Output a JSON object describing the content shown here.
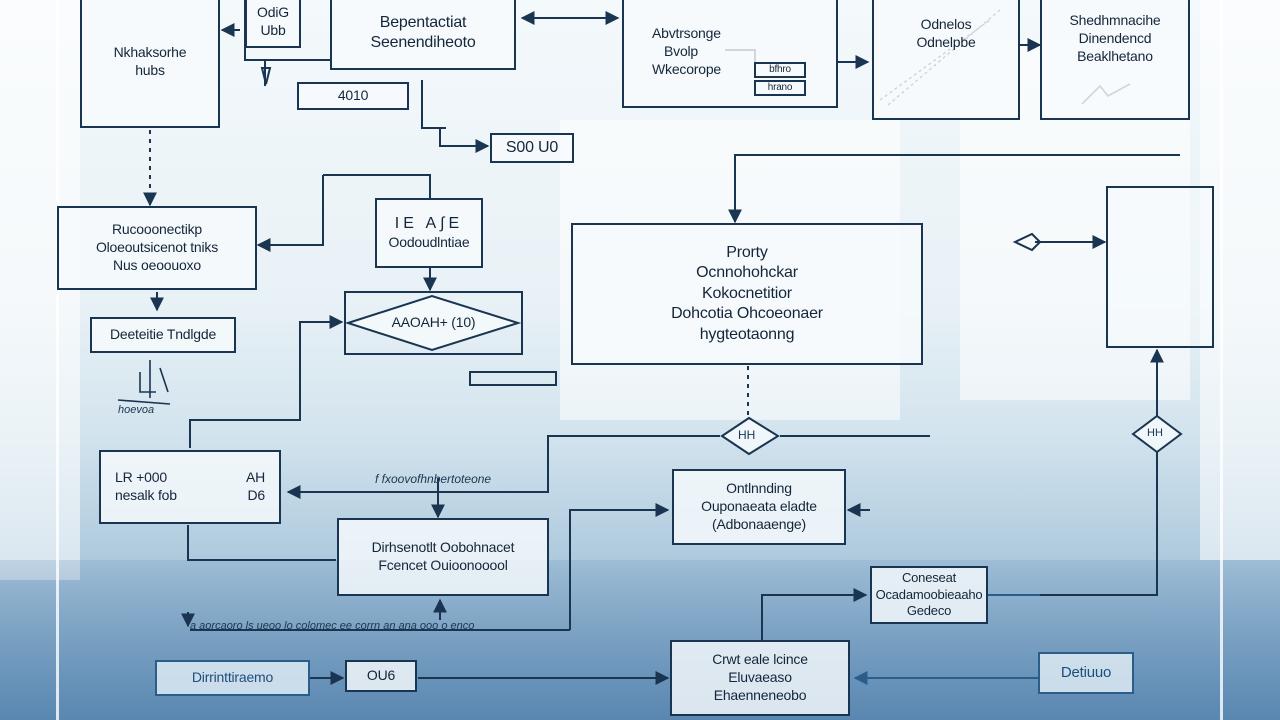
{
  "diagram": {
    "nodes": {
      "top_left_box": [
        "Nkhaksorhe",
        "hubs"
      ],
      "top_small_box": [
        "OdiG",
        "Ubb"
      ],
      "label_4010": "4010",
      "top_center_box": [
        "Bepentactiat",
        "Seenendiheoto"
      ],
      "top_right_center_box": {
        "lines": [
          "Abvtrsonge",
          "Bvolp",
          "Wkecorope"
        ],
        "mini1": "bfhro",
        "mini2": "hrano"
      },
      "top_right_box1": [
        "Odnelos",
        "Odnelpbe"
      ],
      "top_right_box2": [
        "Shedhmnacihe",
        "Dinendencd",
        "Beaklhetano"
      ],
      "label_s00": "S00 U0",
      "left_mid_box": [
        "Rucooonectikp",
        "Oloeoutsicenot tniks",
        "Nus oeoouoxo"
      ],
      "filter_box": [
        "IE A∫E",
        "Oodoudlntiae"
      ],
      "main_box": [
        "Prorty",
        "Ocnnohohckar",
        "Kokocnetitior",
        "Dohcotia Ohcoeonaer",
        "hygteotaonng"
      ],
      "left_label_box": "Deeteitie Tndlgde",
      "decision_left": "AAOAH+ (10)",
      "left_big_box": {
        "l1": "LR +000",
        "r1": "AH",
        "l2": "nesalk fob",
        "r2": "D6"
      },
      "center_lower_box": [
        "Dirhsenotlt Oobohnacet",
        "Fcencet Ouioonooool"
      ],
      "right_mid_box": [
        "Ontlnnding",
        "Ouponaeata eladte",
        "(Adbonaaenge)"
      ],
      "right_small_box": [
        "Coneseat",
        "Ocadamoobieaaho",
        "Gedeco"
      ],
      "bottom_left_box": "Dirrinttiraemo",
      "bottom_0u6": "OU6",
      "bottom_center_box": [
        "Crwt eale lcince",
        "Eluvaeaso",
        "Ehaenneneobo"
      ],
      "bottom_right_box": "Detiuuo",
      "diamond_center": "HH",
      "diamond_right": "HH"
    },
    "labels": {
      "mid_annotation": "f fxoovofhnbertoteone",
      "bottom_annotation": "a aorcaoro ls ueoo lo colomec ee corrn an ana ooo o enco",
      "left_sketch": "hoevoa"
    }
  }
}
